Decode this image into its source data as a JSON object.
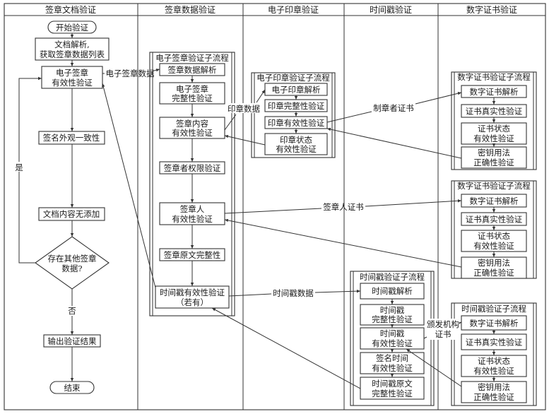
{
  "lanes": [
    {
      "title": "签章文档验证"
    },
    {
      "title": "签章数据验证"
    },
    {
      "title": "电子印章验证"
    },
    {
      "title": "时间戳验证"
    },
    {
      "title": "数字证书验证"
    }
  ],
  "main_flow": {
    "start": "开始验证",
    "parse": [
      "文档解析,",
      "获取签章数据列表"
    ],
    "sig_validity": [
      "电子签章",
      "有效性验证"
    ],
    "appearance": "签名外观一致性",
    "no_addition": "文档内容无添加",
    "decision": [
      "存在其他签章",
      "数据?"
    ],
    "yes": "是",
    "no": "否",
    "output": "输出验证结果",
    "end": "结束"
  },
  "sig_subflow": {
    "title": "电子签章验证子流程",
    "steps": [
      [
        "签章数据解析"
      ],
      [
        "电子签章",
        "完整性验证"
      ],
      [
        "签章内容",
        "有效性验证"
      ],
      [
        "签章者权限验证"
      ],
      [
        "签章人",
        "有效性验证"
      ],
      [
        "签章原文完整性"
      ],
      [
        "时间戳有效性验证",
        "（若有）"
      ]
    ]
  },
  "seal_subflow": {
    "title": "电子印章验证子流程",
    "steps": [
      [
        "电子印章解析"
      ],
      [
        "印章完整性验证"
      ],
      [
        "印章有效性验证"
      ],
      [
        "印章状态",
        "有效性验证"
      ]
    ]
  },
  "ts_subflow": {
    "title": "时间戳验证子流程",
    "steps": [
      [
        "时间戳解析"
      ],
      [
        "时间戳",
        "完整性验证"
      ],
      [
        "时间戳",
        "有效性验证"
      ],
      [
        "签名时间",
        "有效性验证"
      ],
      [
        "时间戳原文",
        "完整性验证"
      ]
    ]
  },
  "cert_subflows": [
    {
      "title": "数字证书验证子流程",
      "steps": [
        [
          "数字证书解析"
        ],
        [
          "证书真实性验证"
        ],
        [
          "证书状态",
          "有效性验证"
        ],
        [
          "密钥用法",
          "正确性验证"
        ]
      ]
    },
    {
      "title": "数字证书验证子流程",
      "steps": [
        [
          "数字证书解析"
        ],
        [
          "证书真实性验证"
        ],
        [
          "证书状态",
          "有效性验证"
        ],
        [
          "密钥用法",
          "正确性验证"
        ]
      ]
    },
    {
      "title": "时间戳验证子流程",
      "steps": [
        [
          "数字证书解析"
        ],
        [
          "证书真实性验证"
        ],
        [
          "证书状态",
          "有效性验证"
        ],
        [
          "密钥用法",
          "正确性验证"
        ]
      ]
    }
  ],
  "connector_labels": {
    "sig_data": "电子签章数据",
    "seal_data": "印章数据",
    "maker_cert": "制章者证书",
    "signer_cert": "签章人证书",
    "ts_data": "时间戳数据",
    "issuer_cert": [
      "颁发机构",
      "证书"
    ]
  }
}
